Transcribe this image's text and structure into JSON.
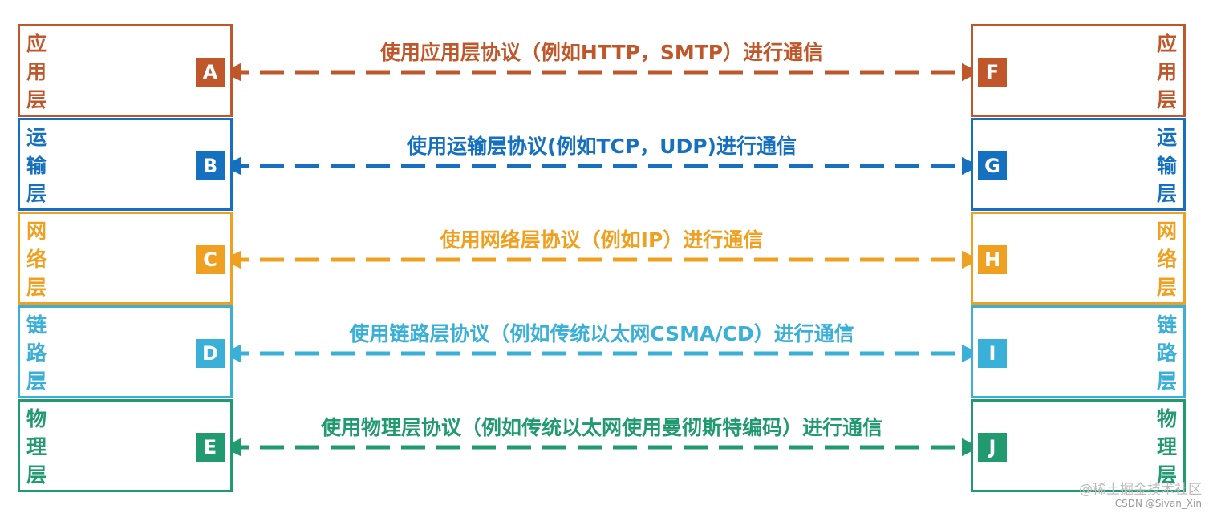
{
  "layers": [
    {
      "id": "app",
      "left_chars": [
        "应",
        "用",
        "层"
      ],
      "right_chars": [
        "应",
        "用",
        "层"
      ],
      "left_letter": "A",
      "right_letter": "F",
      "protocol": "使用应用层协议（例如HTTP，SMTP）进行通信",
      "color": "#c0572a"
    },
    {
      "id": "transport",
      "left_chars": [
        "运",
        "输",
        "层"
      ],
      "right_chars": [
        "运",
        "输",
        "层"
      ],
      "left_letter": "B",
      "right_letter": "G",
      "protocol": "使用运输层协议(例如TCP，UDP)进行通信",
      "color": "#1570c0"
    },
    {
      "id": "network",
      "left_chars": [
        "网",
        "络",
        "层"
      ],
      "right_chars": [
        "网",
        "络",
        "层"
      ],
      "left_letter": "C",
      "right_letter": "H",
      "protocol": "使用网络层协议（例如IP）进行通信",
      "color": "#f0a020"
    },
    {
      "id": "link",
      "left_chars": [
        "链",
        "路",
        "层"
      ],
      "right_chars": [
        "链",
        "路",
        "层"
      ],
      "left_letter": "D",
      "right_letter": "I",
      "protocol": "使用链路层协议（例如传统以太网CSMA/CD）进行通信",
      "color": "#3ab0d8"
    },
    {
      "id": "physical",
      "left_chars": [
        "物",
        "理",
        "层"
      ],
      "right_chars": [
        "物",
        "理",
        "层"
      ],
      "left_letter": "E",
      "right_letter": "J",
      "protocol": "使用物理层协议（例如传统以太网使用曼彻斯特编码）进行通信",
      "color": "#219a70"
    }
  ],
  "watermark": {
    "line1": "@稀土掘金技术社区",
    "line2": "CSDN @Sivan_Xin"
  }
}
